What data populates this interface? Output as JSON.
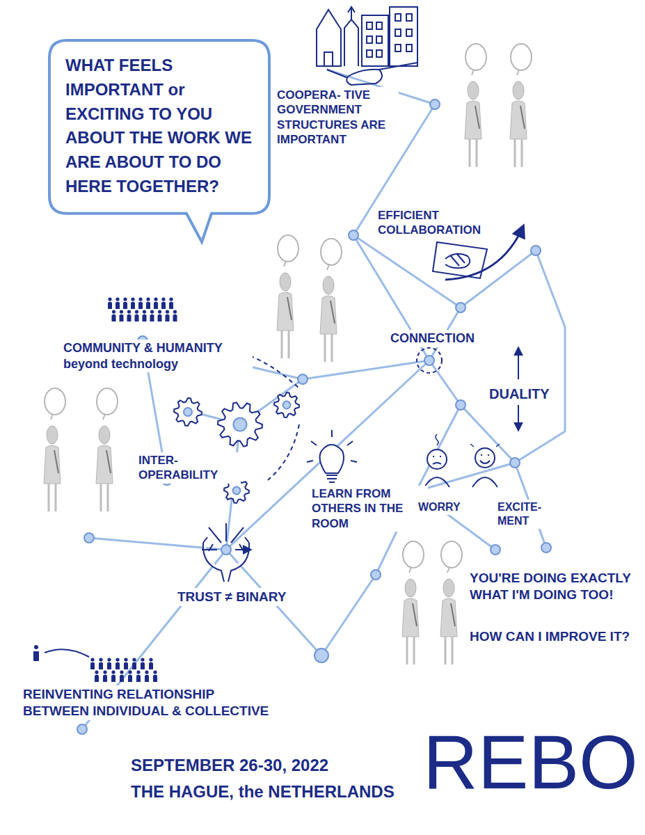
{
  "diagram": {
    "nodes": [
      {
        "text": [
          "WHAT FEELS IMPORTANT or EXCITING TO YOU ABOUT THE WORK WE ARE ABOUT TO DO HERE TOGETHER?"
        ]
      }
    ],
    "labels": [
      "COOPERA- TIVE GOVERNMENT STRUCTURES ARE IMPORTANT",
      "EFFICIENT COLLABORATION",
      "COMMUNITY & HUMANITY beyond technology",
      "CONNECTION",
      "DUALITY",
      "INTER- OPERABILITY",
      "LEARN FROM OTHERS IN THE ROOM",
      "WORRY",
      "EXCITE- MENT",
      "TRUST ≠ BINARY",
      "YOU'RE DOING EXACTLY WHAT I'M DOING TOO!",
      "HOW CAN I IMPROVE IT?",
      "REINVENTING RELATIONSHIP BETWEEN INDIVIDUAL & COLLECTIVE",
      "SEPTEMBER 26-30, 2022",
      "THE HAGUE, the NETHERLANDS",
      "REBO"
    ]
  }
}
